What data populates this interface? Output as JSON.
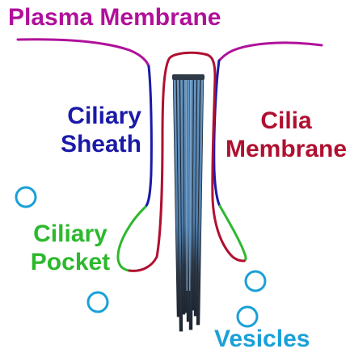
{
  "labels": {
    "plasma_membrane": "Plasma Membrane",
    "ciliary_sheath": [
      "Ciliary",
      "Sheath"
    ],
    "cilia_membrane": [
      "Cilia",
      "Membrane"
    ],
    "ciliary_pocket": [
      "Ciliary",
      "Pocket"
    ],
    "vesicles": "Vesicles"
  },
  "colors": {
    "plasma_membrane": "#b0109a",
    "ciliary_sheath": "#1a1aa8",
    "cilia_membrane": "#b01030",
    "ciliary_pocket": "#2db82d",
    "vesicles": "#1aa0d8",
    "axoneme_light": "#5b89b5",
    "axoneme_dark": "#2f3a48"
  },
  "vesicle_count": 4,
  "axoneme_filaments": 9
}
